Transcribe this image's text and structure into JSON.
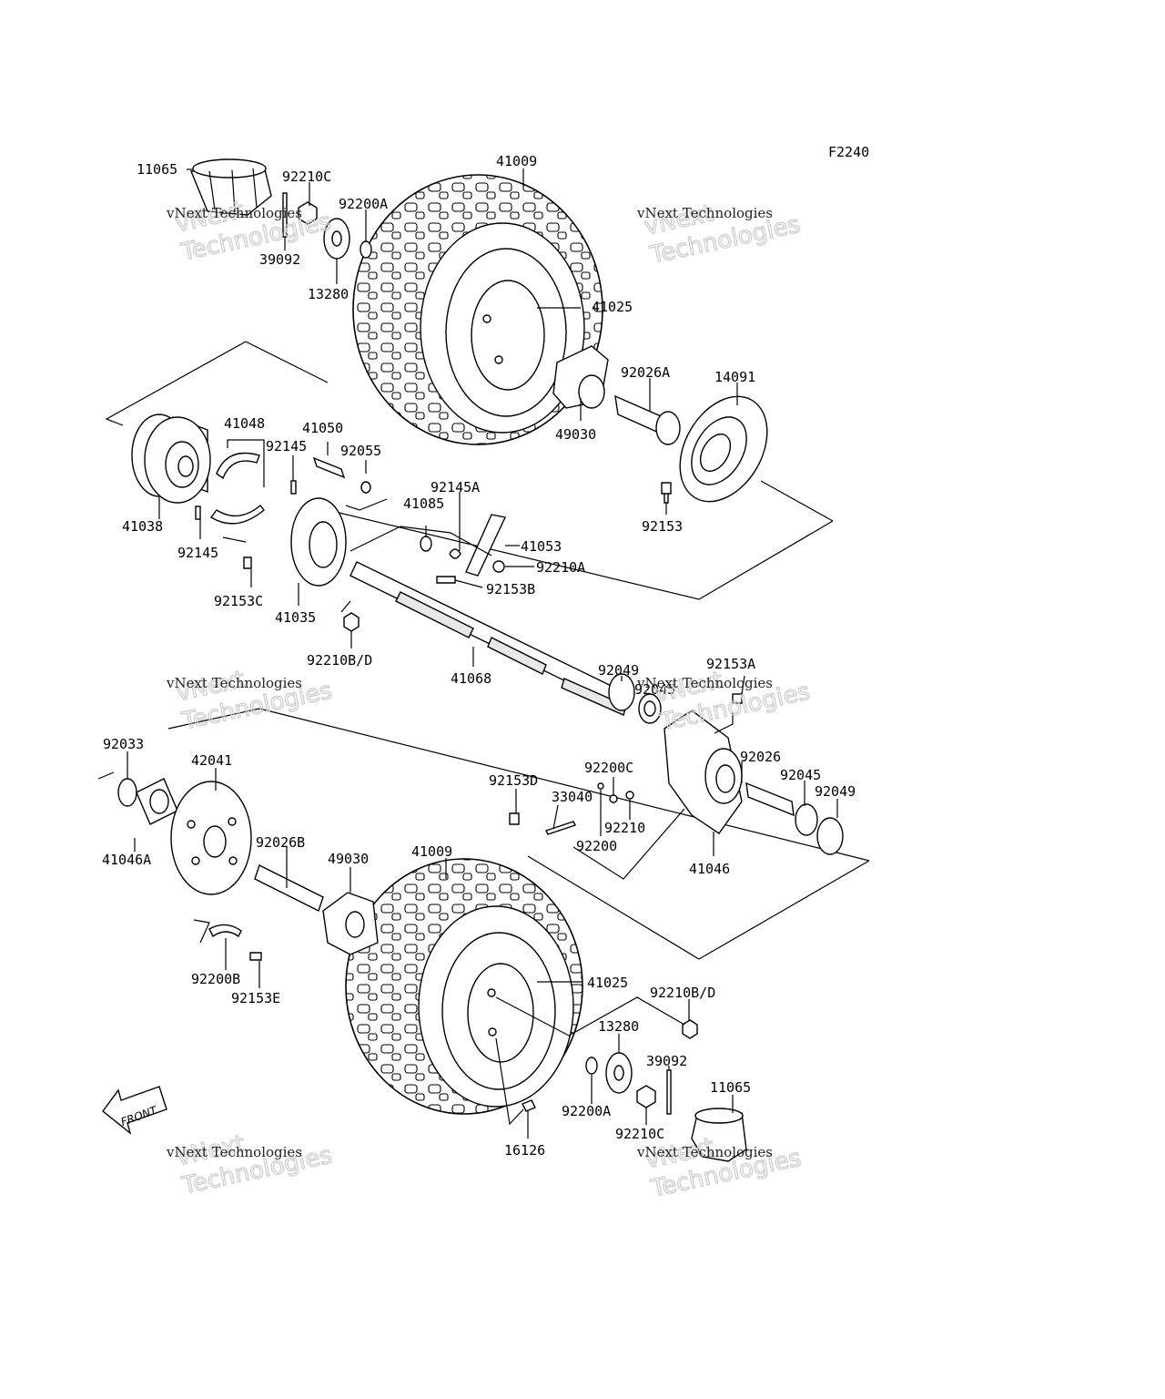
{
  "figure_code": "F2240",
  "watermark": {
    "brand_outline": "vNext\nTechnologies",
    "brand_text": "vNext Technologies"
  },
  "labels": {
    "p11065_top": "11065",
    "p92210C_top": "92210C",
    "p92200A_top": "92200A",
    "p39092_top": "39092",
    "p13280_top": "13280",
    "p41009_top": "41009",
    "p41025_top": "41025",
    "p92026A": "92026A",
    "p14091": "14091",
    "p49030_top": "49030",
    "p92153": "92153",
    "p41048": "41048",
    "p41050": "41050",
    "p92145_a": "92145",
    "p92055": "92055",
    "p92145A": "92145A",
    "p41085": "41085",
    "p41053": "41053",
    "p92210A": "92210A",
    "p92153B": "92153B",
    "p41038": "41038",
    "p92145_b": "92145",
    "p92153C": "92153C",
    "p41035": "41035",
    "p92210BD_top": "92210B/D",
    "p41068": "41068",
    "p92049_a": "92049",
    "p92045_a": "92045",
    "p92153A": "92153A",
    "p92033": "92033",
    "p42041": "42041",
    "p41046A": "41046A",
    "p92153D": "92153D",
    "p92200C": "92200C",
    "p33040": "33040",
    "p92210": "92210",
    "p92200": "92200",
    "p92026": "92026",
    "p92045_b": "92045",
    "p92049_b": "92049",
    "p41046": "41046",
    "p92026B": "92026B",
    "p49030_bot": "49030",
    "p41009_bot": "41009",
    "p41025_bot": "41025",
    "p92210BD_bot": "92210B/D",
    "p13280_bot": "13280",
    "p39092_bot": "39092",
    "p11065_bot": "11065",
    "p92200B": "92200B",
    "p92153E": "92153E",
    "p92200A_bot": "92200A",
    "p92210C_bot": "92210C",
    "p16126": "16126",
    "front_arrow": "FRONT"
  }
}
